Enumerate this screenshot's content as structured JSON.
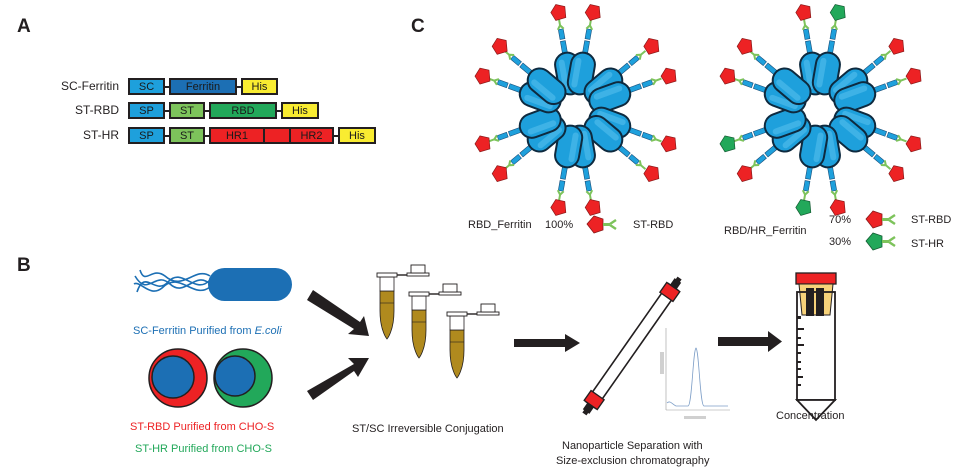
{
  "panels": {
    "a": {
      "letter": "A",
      "constructs": [
        {
          "name": "SC-Ferritin",
          "domains": [
            {
              "label": "SC",
              "color": "#1ea0dc"
            },
            {
              "label": "Ferritin",
              "color": "#1c6fb4"
            },
            {
              "label": "His",
              "color": "#f9ec31"
            }
          ]
        },
        {
          "name": "ST-RBD",
          "domains": [
            {
              "label": "SP",
              "color": "#1ea0dc"
            },
            {
              "label": "ST",
              "color": "#7dc35b"
            },
            {
              "label": "RBD",
              "color": "#22a85a"
            },
            {
              "label": "His",
              "color": "#f9ec31"
            }
          ]
        },
        {
          "name": "ST-HR",
          "domains": [
            {
              "label": "SP",
              "color": "#1ea0dc"
            },
            {
              "label": "ST",
              "color": "#7dc35b"
            },
            {
              "label": "HR1",
              "color": "#ed2224"
            },
            {
              "label": "",
              "color": "#ed2224"
            },
            {
              "label": "HR2",
              "color": "#ed2224"
            },
            {
              "label": "His",
              "color": "#f9ec31"
            }
          ]
        }
      ]
    },
    "b": {
      "letter": "B",
      "ecoli_caption": "SC-Ferritin Purified from ",
      "ecoli_caption_italic": "E.coli",
      "rbd_caption": "ST-RBD Purified from CHO-S",
      "hr_caption": "ST-HR Purified from CHO-S",
      "conjugation_caption": "ST/SC  Irreversible Conjugation",
      "sec_caption_line1": "Nanoparticle Separation with",
      "sec_caption_line2": "Size-exclusion chromatography",
      "concentration_caption": "Concentration"
    },
    "c": {
      "letter": "C",
      "particles": [
        {
          "name": "RBD_Ferritin",
          "legend": [
            {
              "percent": "100%",
              "ligand": "ST-RBD",
              "color": "#ed2224"
            }
          ]
        },
        {
          "name": "RBD/HR_Ferritin",
          "legend": [
            {
              "percent": "70%",
              "ligand": "ST-RBD",
              "color": "#ed2224"
            },
            {
              "percent": "30%",
              "ligand": "ST-HR",
              "color": "#22a85a"
            }
          ]
        }
      ]
    }
  },
  "colors": {
    "ferritin_blue": "#1ea0dc",
    "ecoli_blue": "#1c6fb4",
    "rbd_red": "#ed2224",
    "hr_green": "#22a85a",
    "linker_green": "#7dc35b",
    "tube_brown": "#b08a1e",
    "filter_yellow": "#f7d27a"
  }
}
